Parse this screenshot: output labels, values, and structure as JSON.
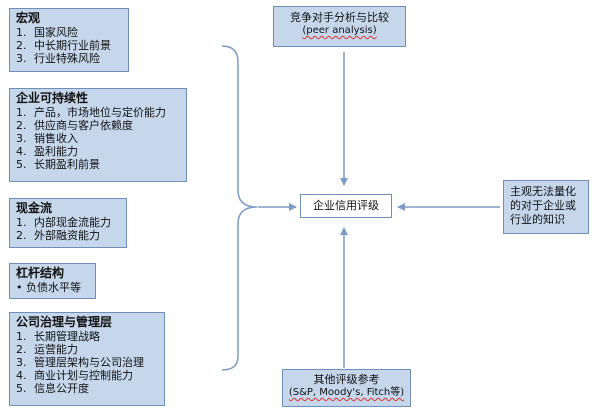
{
  "left_boxes": {
    "macro": {
      "title": "宏观",
      "items": [
        {
          "num": "1.",
          "text": "国家风险"
        },
        {
          "num": "2.",
          "text": "中长期行业前景"
        },
        {
          "num": "3.",
          "text": "行业特殊风险"
        }
      ]
    },
    "sustainability": {
      "title": "企业可持续性",
      "items": [
        {
          "num": "1.",
          "text": "产品，市场地位与定价能力"
        },
        {
          "num": "2.",
          "text": "供应商与客户依赖度"
        },
        {
          "num": "3.",
          "text": "销售收入"
        },
        {
          "num": "4.",
          "text": "盈利能力"
        },
        {
          "num": "5.",
          "text": "长期盈利前景"
        }
      ]
    },
    "cashflow": {
      "title": "现金流",
      "items": [
        {
          "num": "1.",
          "text": "内部现金流能力"
        },
        {
          "num": "2.",
          "text": "外部融资能力"
        }
      ]
    },
    "leverage": {
      "title": "杠杆结构",
      "bullet": "• 负债水平等"
    },
    "governance": {
      "title": "公司治理与管理层",
      "items": [
        {
          "num": "1.",
          "text": "长期管理战略"
        },
        {
          "num": "2.",
          "text": "运营能力"
        },
        {
          "num": "3.",
          "text": "管理层架构与公司治理"
        },
        {
          "num": "4.",
          "text": "商业计划与控制能力"
        },
        {
          "num": "5.",
          "text": "信息公开度"
        }
      ]
    }
  },
  "peer_box": {
    "line1": "竞争对手分析与比较",
    "line2": "(peer analysis)"
  },
  "center_box": {
    "label": "企业信用评级"
  },
  "qualitative_box": {
    "text": "主观无法量化的对于企业或行业的知识"
  },
  "other_ratings_box": {
    "line1": "其他评级参考",
    "line2": "(S&P, Moody's, Fitch等)"
  },
  "colors": {
    "box_fill": "#c6d7ec",
    "box_border": "#6f8fb8",
    "connector": "#7d9cc6"
  }
}
